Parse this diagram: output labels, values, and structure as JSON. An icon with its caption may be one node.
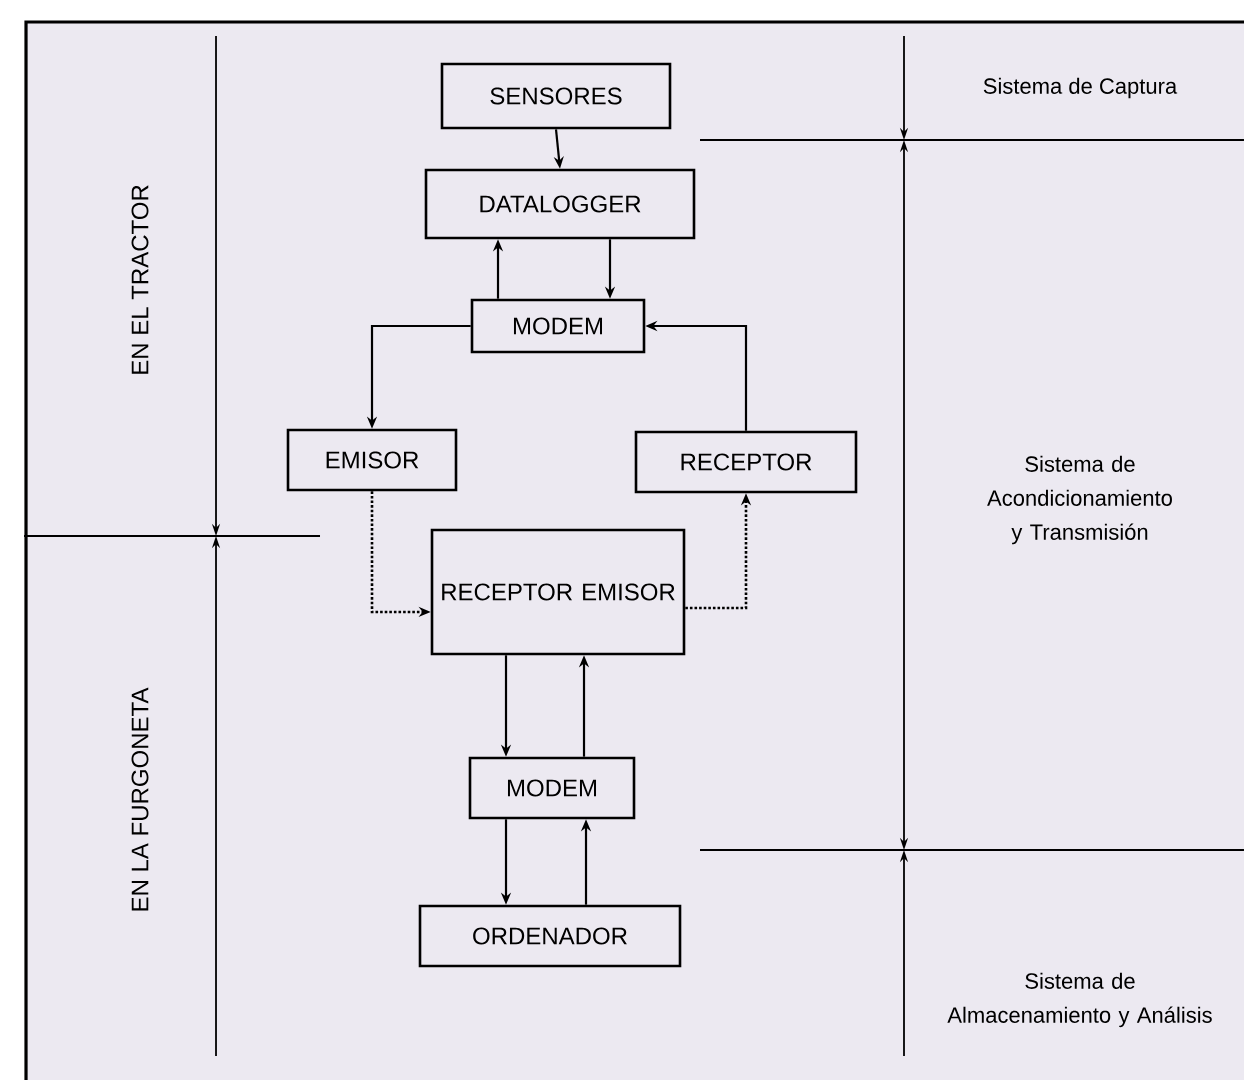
{
  "diagram": {
    "nodes": [
      {
        "text": [
          "SENSORES"
        ]
      },
      {
        "text": [
          "DATALOGGER"
        ]
      },
      {
        "text": [
          "MODEM"
        ]
      },
      {
        "text": [
          "EMISOR"
        ]
      },
      {
        "text": [
          "RECEPTOR"
        ]
      },
      {
        "text": [
          "RECEPTOR EMISOR"
        ]
      },
      {
        "text": [
          "MODEM"
        ]
      },
      {
        "text": [
          "ORDENADOR"
        ]
      }
    ],
    "edges": [
      {
        "from": 0,
        "to": 1,
        "arrow": "to"
      },
      {
        "from": 2,
        "to": 1,
        "arrow": "to"
      },
      {
        "from": 1,
        "to": 2,
        "arrow": "to"
      },
      {
        "from": 2,
        "to": 3,
        "arrow": "to"
      },
      {
        "from": 4,
        "to": 2,
        "arrow": "to"
      },
      {
        "from": 3,
        "to": 5,
        "arrow": "to",
        "style": "dashed"
      },
      {
        "from": 5,
        "to": 4,
        "arrow": "to",
        "style": "dashed"
      },
      {
        "from": 5,
        "to": 6,
        "arrow": "to"
      },
      {
        "from": 6,
        "to": 5,
        "arrow": "to"
      },
      {
        "from": 6,
        "to": 7,
        "arrow": "to"
      },
      {
        "from": 7,
        "to": 6,
        "arrow": "to"
      }
    ],
    "labels": [
      "EN EL TRACTOR",
      "Sistema de Captura",
      "Sistema de Acondicionamiento y Transmisión",
      "EN LA FURGONETA",
      "Sistema de Almacenamiento y Análisis"
    ]
  }
}
